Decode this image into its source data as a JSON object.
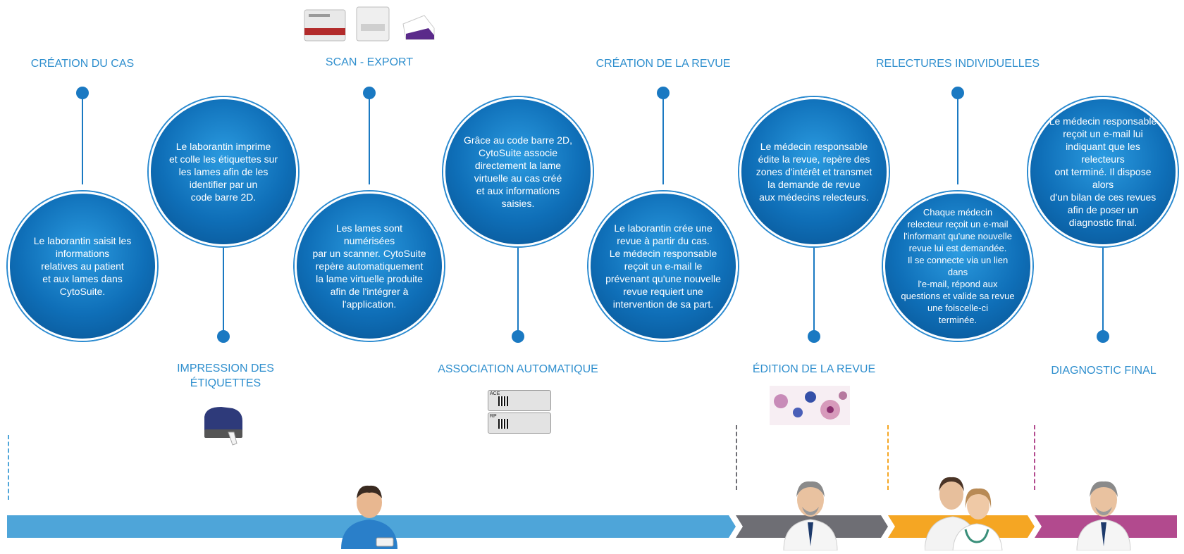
{
  "colors": {
    "accent": "#2f8fce",
    "bubble": "#0f6fb8",
    "track_blue": "#4ea5d9",
    "track_grey": "#6e6e74",
    "track_orange": "#f5a623",
    "track_magenta": "#b24a8e"
  },
  "steps": [
    {
      "title": "CRÉATION DU CAS",
      "text": "Le laborantin saisit les\ninformations\nrelatives au patient\net aux lames dans\nCytoSuite."
    },
    {
      "title": "IMPRESSION DES\nÉTIQUETTES",
      "text": "Le laborantin imprime\net colle les étiquettes sur\nles lames afin de les\nidentifier par un\ncode barre 2D."
    },
    {
      "title": "SCAN - EXPORT",
      "text": "Les lames sont numérisées\npar un scanner. CytoSuite\nrepère automatiquement\nla lame virtuelle produite\nafin de l'intégrer à\nl'application."
    },
    {
      "title": "ASSOCIATION AUTOMATIQUE",
      "text": "Grâce au code barre 2D,\nCytoSuite associe\ndirectement la lame\nvirtuelle au cas créé\net aux informations\nsaisies."
    },
    {
      "title": "CRÉATION DE LA REVUE",
      "text": "Le laborantin crée une\nrevue à partir du cas.\nLe médecin responsable\nreçoit un e-mail le\nprévenant qu'une nouvelle\nrevue requiert une\nintervention de sa part."
    },
    {
      "title": "ÉDITION DE LA REVUE",
      "text": "Le médecin responsable\nédite la revue, repère des\nzones d'intérêt et transmet\nla demande de revue\naux médecins relecteurs."
    },
    {
      "title": "RELECTURES INDIVIDUELLES",
      "text": "Chaque médecin\nrelecteur reçoit un e-mail\nl'informant qu'une nouvelle\nrevue lui est demandée.\nIl se connecte via un lien dans\nl'e-mail, répond aux\nquestions et valide sa revue\nune foiscelle-ci\nterminée."
    },
    {
      "title": "DIAGNOSTIC FINAL",
      "text": "Le médecin responsable\nreçoit un e-mail lui\nindiquant que les relecteurs\nont terminé. Il dispose alors\nd'un bilan de ces revues\nafin de poser un\ndiagnostic final."
    }
  ],
  "slide_labels": [
    "ACE",
    "RP"
  ],
  "icons": {
    "scanners": "scanner-devices-icon",
    "printer": "label-printer-icon",
    "slides": "barcode-slides-icon",
    "cells": "microscopy-cells-icon",
    "lab_tech": "lab-technician-icon",
    "doctor": "doctor-icon",
    "reviewers": "reviewer-doctors-icon"
  }
}
